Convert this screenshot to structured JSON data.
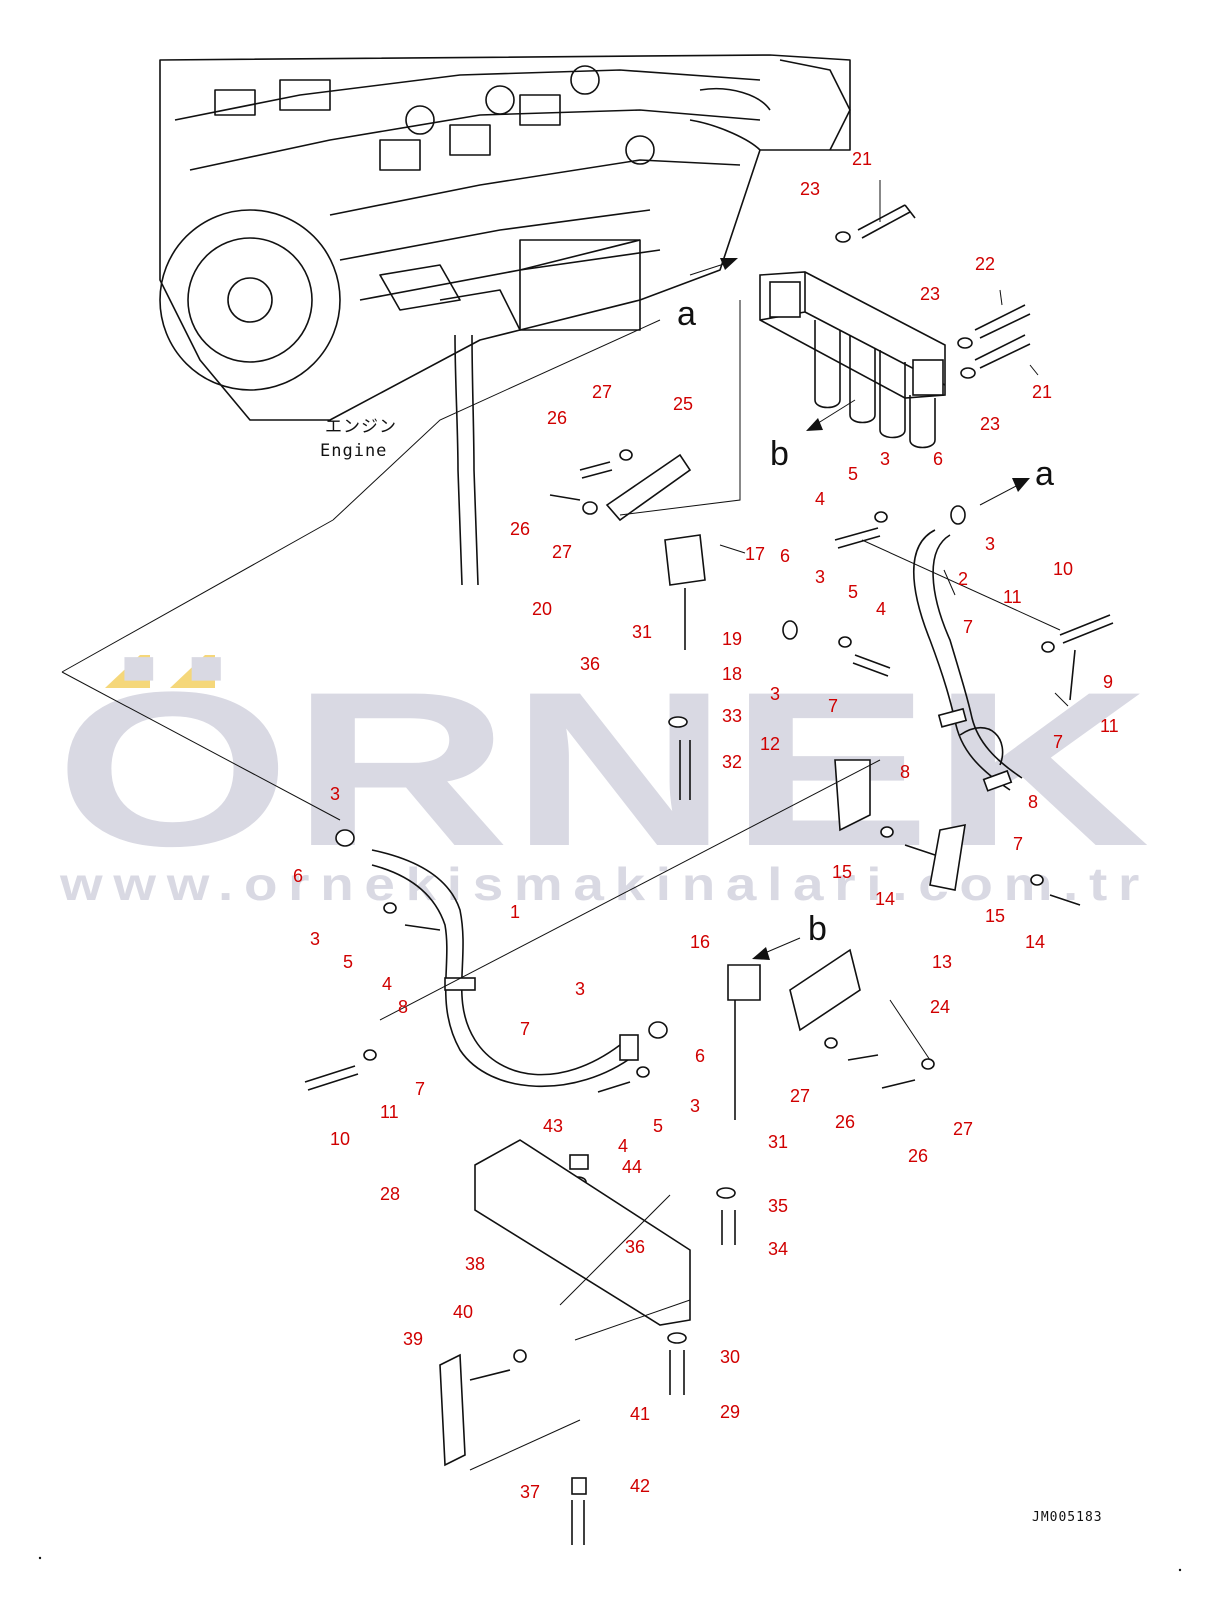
{
  "engine_label": {
    "jp": "エンジン",
    "en": "Engine"
  },
  "drawing_code": "JM005183",
  "watermark": {
    "brand": "ÖRNEK",
    "url": "www.ornekismakinalari.com.tr",
    "color": "#d9d9e3",
    "accent": "#f5d77a"
  },
  "reference_letters": [
    {
      "id": "a-engine",
      "text": "a"
    },
    {
      "id": "a-hose",
      "text": "a"
    },
    {
      "id": "b-filter",
      "text": "b"
    },
    {
      "id": "b-mount",
      "text": "b"
    }
  ],
  "callouts": [
    {
      "id": "c21a",
      "text": "21"
    },
    {
      "id": "c23a",
      "text": "23"
    },
    {
      "id": "c22",
      "text": "22"
    },
    {
      "id": "c23b",
      "text": "23"
    },
    {
      "id": "c21b",
      "text": "21"
    },
    {
      "id": "c23c",
      "text": "23"
    },
    {
      "id": "c27a",
      "text": "27"
    },
    {
      "id": "c25",
      "text": "25"
    },
    {
      "id": "c26a",
      "text": "26"
    },
    {
      "id": "c26b",
      "text": "26"
    },
    {
      "id": "c27b",
      "text": "27"
    },
    {
      "id": "c17",
      "text": "17"
    },
    {
      "id": "c20",
      "text": "20"
    },
    {
      "id": "c31a",
      "text": "31"
    },
    {
      "id": "c19",
      "text": "19"
    },
    {
      "id": "c36a",
      "text": "36"
    },
    {
      "id": "c18",
      "text": "18"
    },
    {
      "id": "c33",
      "text": "33"
    },
    {
      "id": "c32",
      "text": "32"
    },
    {
      "id": "c5a",
      "text": "5"
    },
    {
      "id": "c3a",
      "text": "3"
    },
    {
      "id": "c6a",
      "text": "6"
    },
    {
      "id": "c4a",
      "text": "4"
    },
    {
      "id": "c3b",
      "text": "3"
    },
    {
      "id": "c2",
      "text": "2"
    },
    {
      "id": "c10a",
      "text": "10"
    },
    {
      "id": "c6b",
      "text": "6"
    },
    {
      "id": "c3c",
      "text": "3"
    },
    {
      "id": "c5b",
      "text": "5"
    },
    {
      "id": "c4b",
      "text": "4"
    },
    {
      "id": "c11a",
      "text": "11"
    },
    {
      "id": "c7a",
      "text": "7"
    },
    {
      "id": "c9",
      "text": "9"
    },
    {
      "id": "c3d",
      "text": "3"
    },
    {
      "id": "c7b",
      "text": "7"
    },
    {
      "id": "c11b",
      "text": "11"
    },
    {
      "id": "c7c",
      "text": "7"
    },
    {
      "id": "c12",
      "text": "12"
    },
    {
      "id": "c8a",
      "text": "8"
    },
    {
      "id": "c8b",
      "text": "8"
    },
    {
      "id": "c7d",
      "text": "7"
    },
    {
      "id": "c15a",
      "text": "15"
    },
    {
      "id": "c14a",
      "text": "14"
    },
    {
      "id": "c15b",
      "text": "15"
    },
    {
      "id": "c14b",
      "text": "14"
    },
    {
      "id": "c13",
      "text": "13"
    },
    {
      "id": "c3e",
      "text": "3"
    },
    {
      "id": "c6c",
      "text": "6"
    },
    {
      "id": "c1",
      "text": "1"
    },
    {
      "id": "c3f",
      "text": "3"
    },
    {
      "id": "c5c",
      "text": "5"
    },
    {
      "id": "c4c",
      "text": "4"
    },
    {
      "id": "c16",
      "text": "16"
    },
    {
      "id": "c24",
      "text": "24"
    },
    {
      "id": "c8c",
      "text": "8"
    },
    {
      "id": "c7e",
      "text": "7"
    },
    {
      "id": "c3g",
      "text": "3"
    },
    {
      "id": "c7f",
      "text": "7"
    },
    {
      "id": "c6d",
      "text": "6"
    },
    {
      "id": "c10b",
      "text": "10"
    },
    {
      "id": "c11c",
      "text": "11"
    },
    {
      "id": "c3h",
      "text": "3"
    },
    {
      "id": "c5d",
      "text": "5"
    },
    {
      "id": "c4d",
      "text": "4"
    },
    {
      "id": "c27c",
      "text": "27"
    },
    {
      "id": "c26c",
      "text": "26"
    },
    {
      "id": "c27d",
      "text": "27"
    },
    {
      "id": "c26d",
      "text": "26"
    },
    {
      "id": "c43",
      "text": "43"
    },
    {
      "id": "c31b",
      "text": "31"
    },
    {
      "id": "c44",
      "text": "44"
    },
    {
      "id": "c28",
      "text": "28"
    },
    {
      "id": "c35",
      "text": "35"
    },
    {
      "id": "c36b",
      "text": "36"
    },
    {
      "id": "c34",
      "text": "34"
    },
    {
      "id": "c38",
      "text": "38"
    },
    {
      "id": "c40",
      "text": "40"
    },
    {
      "id": "c39",
      "text": "39"
    },
    {
      "id": "c30",
      "text": "30"
    },
    {
      "id": "c41",
      "text": "41"
    },
    {
      "id": "c29",
      "text": "29"
    },
    {
      "id": "c37",
      "text": "37"
    },
    {
      "id": "c42",
      "text": "42"
    }
  ]
}
